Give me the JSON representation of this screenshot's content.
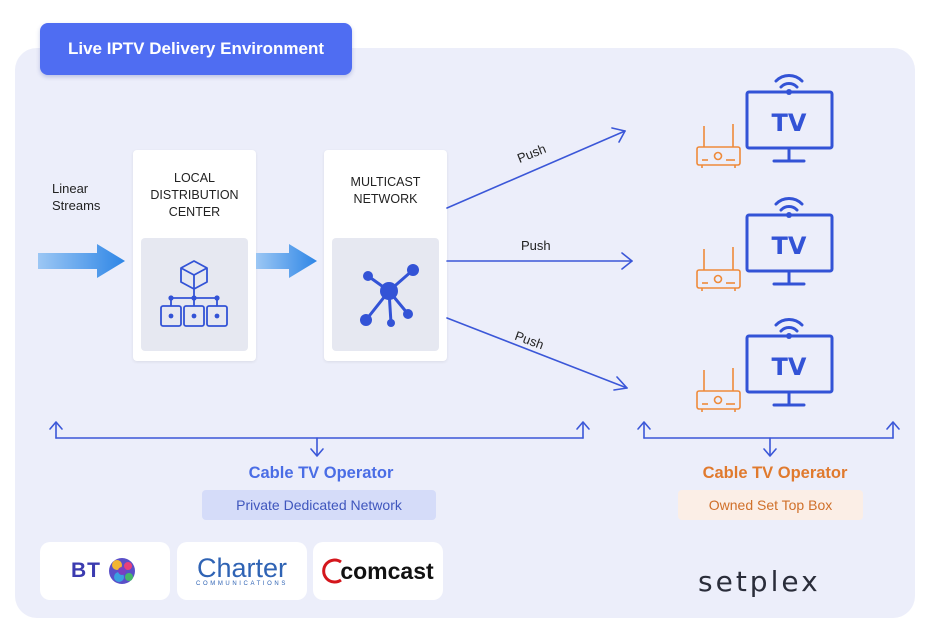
{
  "title": "Live IPTV Delivery Environment",
  "source_label": "Linear\nStreams",
  "nodes": {
    "local_distribution": "LOCAL\nDISTRIBUTION\nCENTER",
    "multicast": "MULTICAST\nNETWORK"
  },
  "push_labels": [
    "Push",
    "Push",
    "Push"
  ],
  "tv_label": "TV",
  "operator_left": {
    "title": "Cable TV Operator",
    "subtitle": "Private Dedicated Network"
  },
  "operator_right": {
    "title": "Cable TV Operator",
    "subtitle": "Owned Set Top Box"
  },
  "logos": {
    "bt": "BT",
    "charter": "Charter",
    "charter_sub": "COMMUNICATIONS",
    "comcast": "comcast",
    "brand": "setplex"
  },
  "colors": {
    "accent_blue": "#4f6df2",
    "operator_blue": "#4a6de5",
    "operator_orange": "#e07a2e",
    "icon_blue": "#3353d6",
    "stb_orange": "#ee8a3a",
    "panel": "#eceefa"
  }
}
